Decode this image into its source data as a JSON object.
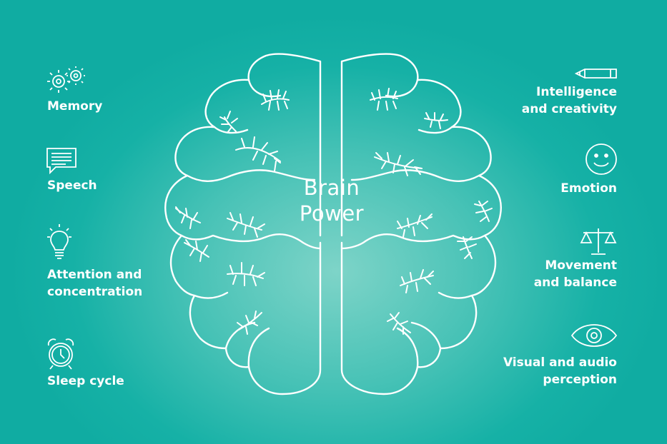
{
  "title": {
    "line1": "Brain",
    "line2": "Power"
  },
  "left_functions": [
    {
      "label": "Memory",
      "icon": "gears-icon"
    },
    {
      "label": "Speech",
      "icon": "speech-bubble-icon"
    },
    {
      "label_line1": "Attention and",
      "label_line2": "concentration",
      "icon": "lightbulb-icon"
    },
    {
      "label": "Sleep cycle",
      "icon": "alarm-clock-icon"
    }
  ],
  "right_functions": [
    {
      "label_line1": "Intelligence",
      "label_line2": "and creativity",
      "icon": "pencil-icon"
    },
    {
      "label": "Emotion",
      "icon": "smiley-icon"
    },
    {
      "label_line1": "Movement",
      "label_line2": "and balance",
      "icon": "scales-icon"
    },
    {
      "label_line1": "Visual and audio",
      "label_line2": "perception",
      "icon": "eye-icon"
    }
  ],
  "colors": {
    "background": "#16b1a6",
    "foreground": "#ffffff"
  }
}
